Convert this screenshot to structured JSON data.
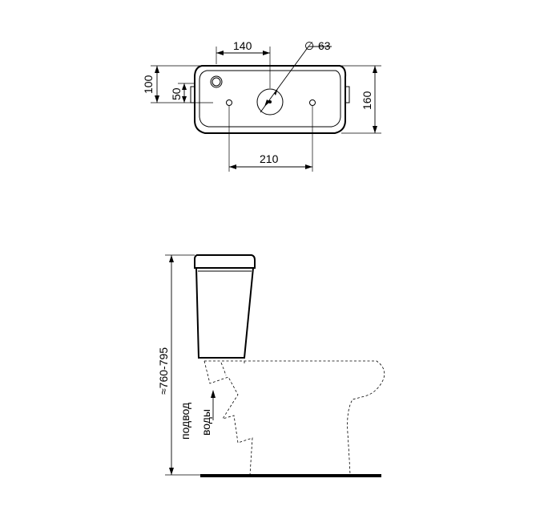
{
  "top_view": {
    "dim_button_offset": "140",
    "dim_hole_diameter": "63",
    "dim_diameter_symbol": "∅",
    "dim_depth_total": "100",
    "dim_depth_holes": "50",
    "dim_height": "160",
    "dim_mount_spacing": "210"
  },
  "side_view": {
    "dim_total_height": "≈760-795",
    "water_inlet_line1": "подвод",
    "water_inlet_line2": "воды"
  }
}
